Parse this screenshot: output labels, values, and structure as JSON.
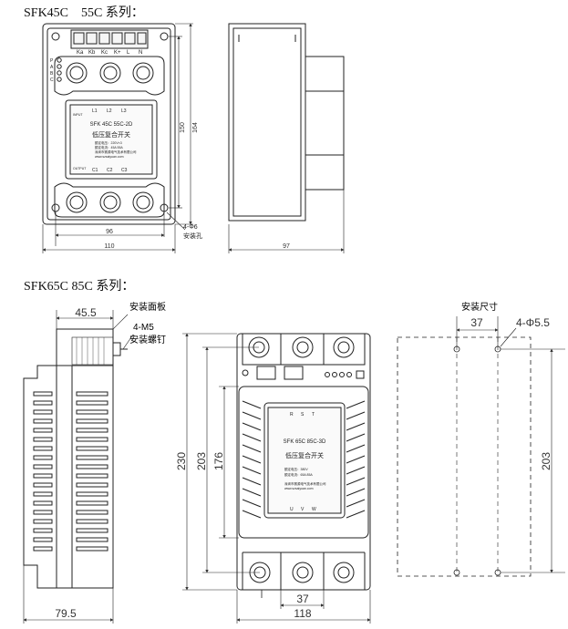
{
  "titles": {
    "top_series": "SFK45C　55C 系列：",
    "bottom_series": "SFK65C 85C 系列："
  },
  "top_front": {
    "terminal_labels": [
      "Ka",
      "Kb",
      "Kc",
      "K+",
      "L",
      "N"
    ],
    "side_indicators": [
      "P",
      "A",
      "B",
      "C"
    ],
    "label_model": "SFK 45C 55C-2D",
    "label_name": "低压复合开关",
    "label_input_tag": "INPUT",
    "label_output_tag": "OUTPUT",
    "label_input_terms": [
      "L1",
      "L2",
      "L3"
    ],
    "label_output_terms": [
      "C1",
      "C2",
      "C3"
    ],
    "label_spec_lines": [
      "额定电压：220V×3",
      "额定电流：45A 55A"
    ],
    "label_company": "深圳市赛源电气技术有限公司",
    "label_web": "www.szsaiyuan.com",
    "dim_height_inner": "150",
    "dim_height_outer": "164",
    "dim_width_inner": "96",
    "dim_width_outer": "110",
    "mount_hole": "4-Φ6",
    "mount_hole_note": "安装孔"
  },
  "top_side": {
    "dim_depth": "97"
  },
  "bottom_side": {
    "dim_panel": "45.5",
    "panel_label": "安装面板",
    "screw_spec": "4-M5",
    "screw_label": "安装螺钉",
    "dim_depth": "79.5"
  },
  "bottom_front": {
    "label_model": "SFK 65C 85C-3D",
    "label_name": "低压复合开关",
    "label_input_terms": [
      "R",
      "S",
      "T"
    ],
    "label_output_terms": [
      "U",
      "V",
      "W"
    ],
    "label_spec_lines": [
      "额定电压：380V",
      "额定电流：65A 85A"
    ],
    "label_company": "深圳市赛源电气技术有限公司",
    "label_web": "www.szsaiyuan.com",
    "dim_total_height": "230",
    "dim_hole_pitch": "203",
    "dim_body_height": "176",
    "dim_hole_spacing": "37",
    "dim_width": "118"
  },
  "mount_template": {
    "title": "安装尺寸",
    "dim_spacing": "37",
    "hole_spec": "4-Φ5.5",
    "dim_pitch": "203"
  }
}
